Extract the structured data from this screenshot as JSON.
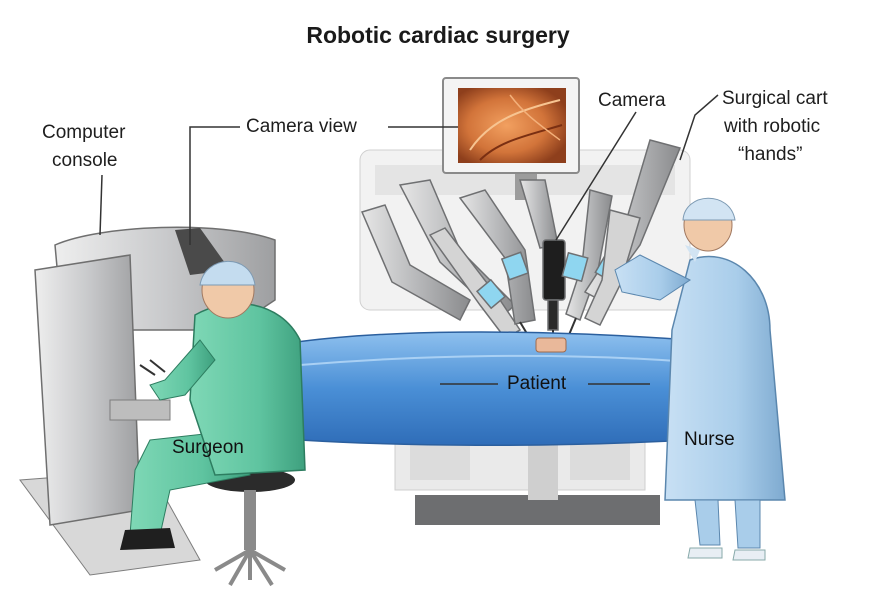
{
  "title": "Robotic cardiac surgery",
  "labels": {
    "computer_console_line1": "Computer",
    "computer_console_line2": "console",
    "camera_view": "Camera view",
    "camera": "Camera",
    "cart_line1": "Surgical cart",
    "cart_line2": "with robotic",
    "cart_line3": "“hands”",
    "patient": "Patient",
    "surgeon": "Surgeon",
    "nurse": "Nurse"
  },
  "colors": {
    "scrubs_green": "#5fc4a0",
    "nurse_gown": "#a9cdea",
    "drape_blue": "#4a8fd6",
    "console_gray": "#c9cacc",
    "robot_arm_gray": "#b8b9bb",
    "monitor_image": "#d2743a"
  }
}
